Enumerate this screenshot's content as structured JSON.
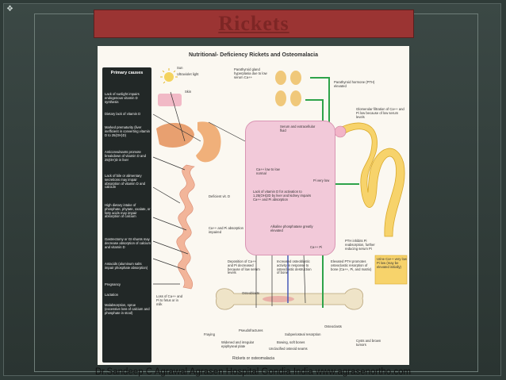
{
  "slide": {
    "title": "Rickets",
    "footer": "Dr.Sandeep C Agrawal Agrasen Hospital Gondia India www.agrasenortho.com"
  },
  "plate": {
    "title": "Nutritional- Deficiency Rickets and Osteomalacia",
    "footer": "Rickets or osteomalacia",
    "causes_title": "Primary causes",
    "causes": [
      "Lack of sunlight impairs endogenous vitamin D synthesis",
      "Dietary lack of vitamin D",
      "Marked prematurity (liver inefficient in converting vitamin D to 25(OH)D)",
      "Anticonvulsants promote breakdown of vitamin D and 25(OH)D in liver",
      "Lack of bile or alimentary secretions may impair absorption of vitamin D and calcium",
      "High dietary intake of phosphate, phytate, oxalate, or fatty acids may impair absorption of calcium",
      "Gastrectomy or GI shunts may decrease absorption of calcium and vitamin D",
      "Antacids (aluminum salts impair phosphate absorption)",
      "Pregnancy",
      "Lactation",
      "Malabsorption, sprue (excessive loss of calcium and phosphate in stool)"
    ],
    "labels": {
      "sun": "Sun",
      "uv": "Ultraviolet light",
      "skin": "Skin",
      "parathyroid": "Parathyroid gland hyperplasia due to low serum Ca++",
      "pth": "Parathyroid hormone (PTH) elevated",
      "glomerular": "Glomerular filtration of Ca++ and Pi low because of low serum levels",
      "serum": "Serum and extracellular fluid",
      "ca_low": "Ca++ low to low normal",
      "pi_low": "Pi very low",
      "vitd": "Lack of vitamin D for activation to 1,25(OH)2D by liver and kidney impairs Ca++ and Pi absorption",
      "deficient": "Deficient vit. D",
      "absorption": "Ca++ and Pi absorption impaired",
      "alk": "Alkaline phosphatase greatly elevated",
      "pth_inhibits": "PTH inhibits Pi reabsorption, further reducing serum Pi",
      "urine": "Urine Ca++ very low Pi low (may be elevated initially)",
      "ca_pi": "Ca++ Pi",
      "deposition": "Deposition of Ca++ and Pi decreased because of low serum levels",
      "osteoblastic": "Increased osteoblastic activity in response to osteoclastic destruction of bone",
      "elevated_pth": "Elevated PTH promotes osteoclastic resorption of bone (Ca++, Pi, and matrix)",
      "loss": "Loss of Ca++ and Pi to fetus or in milk",
      "osteoblasts": "Osteoblasts",
      "osteoclasts": "Osteoclasts",
      "pseudofractures": "Pseudofractures",
      "fraying": "Fraying",
      "widened": "Widened and irregular epiphyseal plate",
      "subperiosteal": "Subperiosteal resorption",
      "bowing": "Bowing, soft bones",
      "unclacified": "Unclacified osteoid seams",
      "cysts": "Cysts and brown tumors"
    }
  }
}
